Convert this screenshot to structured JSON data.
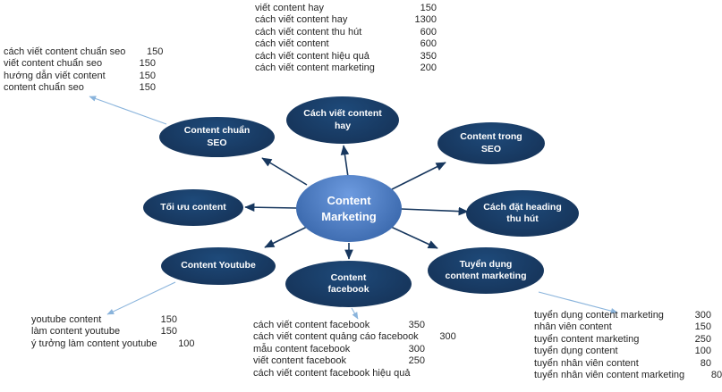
{
  "diagram": {
    "center": {
      "label": "Content\nMarketing"
    },
    "nodes": {
      "viet_hay": {
        "label": "Cách viết content\nhay"
      },
      "trong_seo": {
        "label": "Content trong\nSEO"
      },
      "heading": {
        "label": "Cách đặt heading\nthu hút"
      },
      "tuyen_dung": {
        "label": "Tuyển dụng\ncontent marketing"
      },
      "facebook": {
        "label": "Content\nfacebook"
      },
      "youtube": {
        "label": "Content Youtube"
      },
      "toi_uu": {
        "label": "Tối ưu content"
      },
      "chuan_seo": {
        "label": "Content chuẩn\nSEO"
      }
    },
    "colors": {
      "node_fill": "#17375e",
      "center_fill": "#4679bd",
      "arrow": "#17375e",
      "list_arrow": "#8ab4dc",
      "text": "#262626"
    }
  },
  "lists": {
    "top_left": {
      "rows": [
        {
          "kw": "cách viết content chuẩn seo",
          "val": "150"
        },
        {
          "kw": "viết content chuẩn seo",
          "val": "150"
        },
        {
          "kw": "hướng dẫn viết content",
          "val": "150"
        },
        {
          "kw": "content chuẩn seo",
          "val": "150"
        }
      ]
    },
    "top_center": {
      "rows": [
        {
          "kw": "viết content hay",
          "val": "150"
        },
        {
          "kw": "cách viết content hay",
          "val": "1300"
        },
        {
          "kw": "cách viết content thu hút",
          "val": "600"
        },
        {
          "kw": "cách viết content",
          "val": "600"
        },
        {
          "kw": "cách viết content hiệu quả",
          "val": "350"
        },
        {
          "kw": "cách viết content marketing",
          "val": "200"
        }
      ]
    },
    "bottom_left": {
      "rows": [
        {
          "kw": "youtube content",
          "val": "150"
        },
        {
          "kw": "làm content youtube",
          "val": "150"
        },
        {
          "kw": "ý tưởng làm content youtube",
          "val": "100"
        }
      ]
    },
    "bottom_center": {
      "rows": [
        {
          "kw": "cách viết content facebook",
          "val": "350"
        },
        {
          "kw": "cách viết content quảng cáo facebook",
          "val": "300"
        },
        {
          "kw": "mẫu content facebook",
          "val": "300"
        },
        {
          "kw": "viết content facebook",
          "val": "250"
        },
        {
          "kw": "cách viết content facebook hiệu quả",
          "val": ""
        }
      ]
    },
    "bottom_right": {
      "rows": [
        {
          "kw": "tuyển dụng  content marketing",
          "val": "300"
        },
        {
          "kw": "nhân viên content",
          "val": "150"
        },
        {
          "kw": "tuyển content marketing",
          "val": "250"
        },
        {
          "kw": "tuyển dụng  content",
          "val": "100"
        },
        {
          "kw": "tuyển nhân viên content",
          "val": "80"
        },
        {
          "kw": "tuyển nhân viên content marketing",
          "val": "80"
        }
      ]
    }
  }
}
